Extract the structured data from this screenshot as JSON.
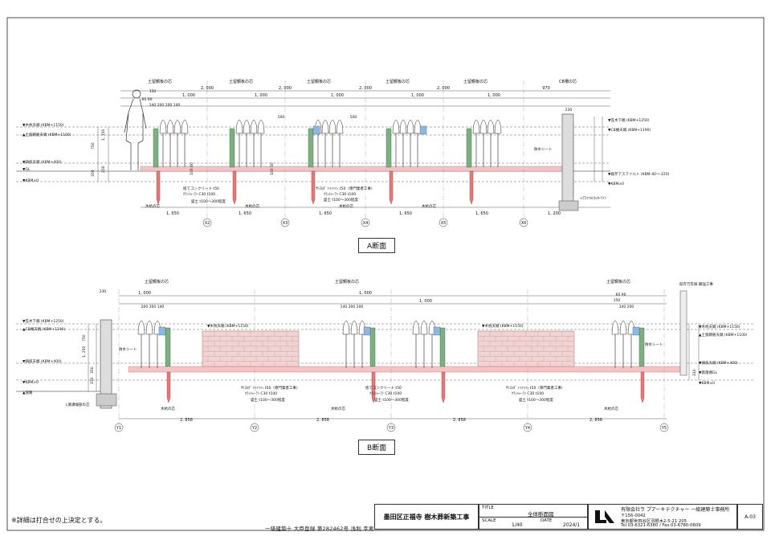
{
  "sections": [
    {
      "caption": "A断面",
      "top_labels": [
        "土留鋼板の芯",
        "土留鋼板の芯",
        "土留鋼板の芯",
        "土留鋼板の芯",
        "土留鋼板の芯",
        "CB柵の芯"
      ],
      "top_dims": [
        "2, 000",
        "2, 000",
        "2, 000",
        "2, 000",
        "970"
      ],
      "sub_dims": [
        "1, 000",
        "1, 000",
        "1, 000",
        "1, 000",
        "1, 000"
      ],
      "post_dims": [
        "150",
        "60 90",
        "140 200 200 140",
        "500",
        "500",
        "230"
      ],
      "bottom_dims": [
        "1, 650",
        "1, 650",
        "1, 650",
        "1, 650",
        "1, 650",
        "1, 200"
      ],
      "grid_marks": [
        "X2",
        "X3",
        "X4",
        "X5",
        "X6"
      ],
      "level_labels": [
        "▼木杭天端 (KBM+1150)",
        "▲土留鋼板天端 (KBM+1100)",
        "▼鋳抜天端 (KBM+400)",
        "▼GL",
        "▼KBM±0"
      ],
      "right_levels": [
        "▼笠木下端 (KBM+1250)",
        "▼CB擁天端 (KBM+1190)",
        "▼既存アスファルト (KBM-40～-220)",
        "▼KBM±0"
      ],
      "vert_dims": [
        "750",
        "1, 150",
        "350",
        "250",
        "100 80",
        "100 50"
      ],
      "callouts": [
        "捨てコンクリート t50",
        "ｸﾗｯｼｬｰﾗﾝ C30 t100",
        "盛土 t100～300程度",
        "ｻﾘｽﾙﾀﾞ ﾄｩｲｩｲｨ t50（専門業者工事）",
        "ｸﾗｯｼｬｰﾗﾝ C30 t100",
        "盛土 t100～300程度",
        "防水シート",
        "<ｱｽﾌｧﾙﾄｶｯﾀｰﾗｲﾝ",
        "木杭の芯",
        "木杭の芯",
        "木杭の芯",
        "木杭の芯"
      ]
    },
    {
      "caption": "B断面",
      "top_labels": [
        "土留鋼板の芯",
        "土留鋼板の芯",
        "土留鋼板の芯"
      ],
      "top_dims": [
        "1, 000",
        "1, 000",
        "1, 000"
      ],
      "sub_dims": [
        "200 200 140",
        "140 200 200",
        "140 200"
      ],
      "post_dims": [
        "230",
        "60 90",
        "150"
      ],
      "bottom_dims": [
        "2, 858",
        "2, 858",
        "2, 858",
        "2, 858"
      ],
      "grid_marks": [
        "Y1",
        "Y2",
        "Y3",
        "Y4",
        "Y5"
      ],
      "level_labels": [
        "▼笠木下端 (KBM+1250)",
        "▲CB擁天端 (KBM+1190)",
        "▼鋳抜天端 (KBM+400)",
        "▼KBM±0",
        "▲道路"
      ],
      "right_levels": [
        "▼木杭天端 (KBM+1150)",
        "▲土留鋼板天端 (KBM+1100)",
        "▼鋳抜天端 (KBM+400)",
        "▼雨落側GL",
        "▼KBM±0"
      ],
      "vert_dims": [
        "1, 250",
        "750",
        "350",
        "150",
        "310"
      ],
      "callouts": [
        "▼木杭天端 (KBM+1150)",
        "▼木杭天端 (KBM+1150)",
        "防水シート",
        "防水シート",
        "ｻﾘｽﾙﾀﾞ ﾄｩｲｩｲｨ t50（専門業者工事）",
        "ｸﾗｯｼｬｰﾗﾝ C30 t100",
        "盛土 t100～300程度",
        "捨てコンクリート t50",
        "ｸﾗｯｼｬｰﾗﾝ C30 t100",
        "盛土 t100～300程度",
        "ｻﾘｽﾙﾀﾞ ﾄｩｲｩｲｨ t50（専門業者工事）",
        "ｸﾗｯｼｬｰﾗﾝ C30 t100",
        "盛土 t100～300程度",
        "木杭の芯",
        "木杭の芯",
        "木杭の芯",
        "L側溝端部の芯",
        "既存万年塀 補強工事"
      ]
    }
  ],
  "footer": {
    "note": "※詳細は打合せの上決定とする。",
    "architect": "一級建築士 大臣登録 第282462号 浅利 幸男",
    "project": "墨田区正福寺 樹木葬新築工事",
    "title_label": "TITLE",
    "title": "全体断面図",
    "scale_label": "SCALE",
    "scale": "1/40",
    "date_label": "DATE",
    "date": "2024/1",
    "company": "有限会社ラ プアーキテクチャー 一級建築士事務所",
    "postal": "〒156-0042",
    "address": "東京都世田谷区羽根木2-5-21 205",
    "tel": "Tel.03-6321-6380 / Fax.03-6780-0609",
    "sheet_no": "A-03"
  },
  "colors": {
    "line": "#222222",
    "brick": "#e3a8a8",
    "gravel": "#7fae7f",
    "accent_blue": "#8fb8e0",
    "pile": "#e37a7a"
  }
}
